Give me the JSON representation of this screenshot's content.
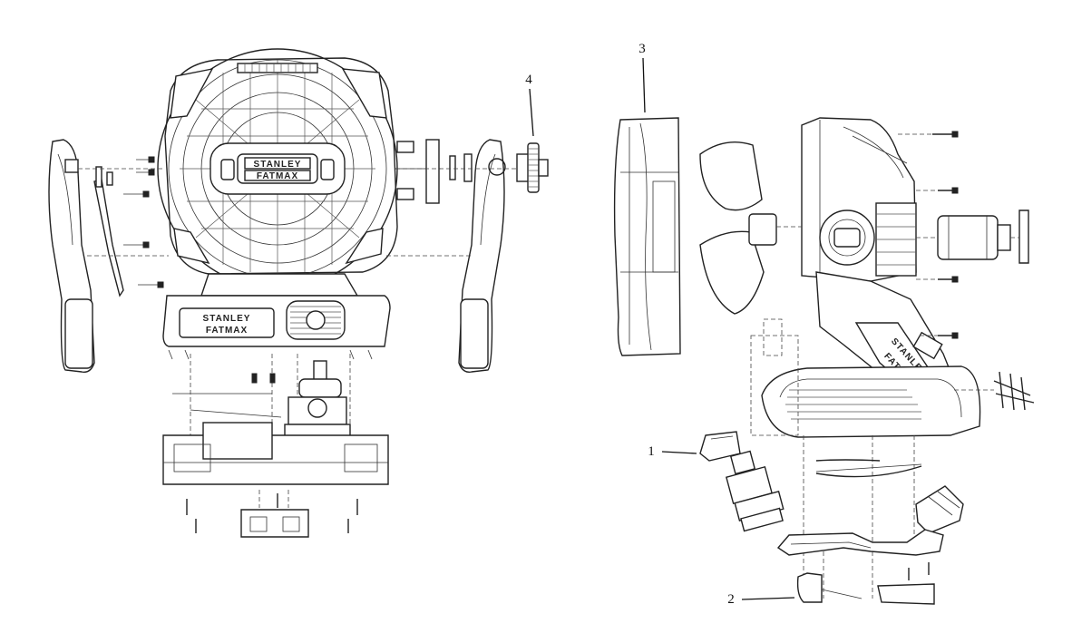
{
  "diagram": {
    "callouts": [
      {
        "number": "1"
      },
      {
        "number": "2"
      },
      {
        "number": "3"
      },
      {
        "number": "4"
      }
    ],
    "brand_markings": [
      "STANLEY",
      "FATMAX"
    ],
    "colors": {
      "line": "#222222",
      "background": "#ffffff"
    }
  }
}
